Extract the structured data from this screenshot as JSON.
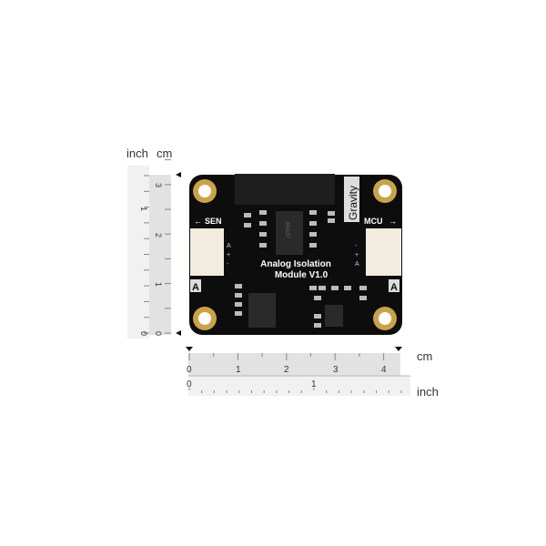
{
  "rulers": {
    "left_unit_inch": "inch",
    "left_unit_cm": "cm",
    "left_cm_ticks": [
      "0",
      "1",
      "2",
      "3"
    ],
    "left_inch_ticks": [
      "0",
      "1"
    ],
    "bottom_unit_cm": "cm",
    "bottom_unit_inch": "inch",
    "bottom_cm_ticks": [
      "0",
      "1",
      "2",
      "3",
      "4"
    ],
    "bottom_inch_ticks": [
      "0",
      "1"
    ]
  },
  "board": {
    "title_line1": "Analog Isolation",
    "title_line2": "Module V1.0",
    "brand": "Gravity",
    "left_port": "SEN",
    "right_port": "MCU",
    "left_mark": "A",
    "right_mark": "A",
    "left_pins": [
      "A",
      "+",
      "-"
    ],
    "right_pins": [
      "-",
      "+",
      "A"
    ],
    "chip_marking": "6N137"
  },
  "colors": {
    "pcb": "#0d0d0d",
    "gold": "#c9a24a",
    "connector": "#f2ece0",
    "ruler_shade": "#e2e2e2"
  }
}
